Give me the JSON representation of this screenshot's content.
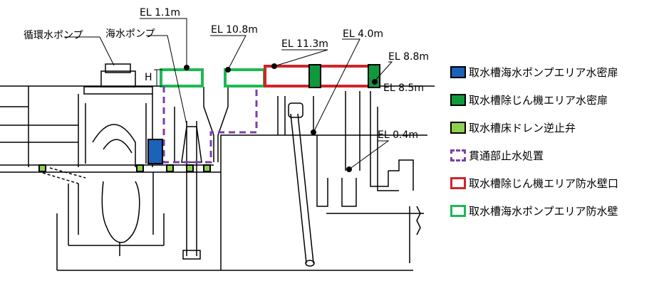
{
  "labels": {
    "circ_pump": "循環水ポンプ",
    "sea_pump": "海水ポンプ",
    "el_1_1": "EL 1.1m",
    "el_10_8": "EL 10.8m",
    "el_11_3": "EL 11.3m",
    "el_4_0": "EL 4.0m",
    "el_8_8": "EL 8.8m",
    "el_8_5": "EL 8.5m",
    "el_0_4": "EL 0.4m",
    "h": "H"
  },
  "colors": {
    "watertight_door_seawater": "#1a63b8",
    "watertight_door_screen": "#0e9a3c",
    "drain_check_valve": "#8fd14f",
    "penetration_seal": "#7b3fa8",
    "screen_flood_wall": "#d2232a",
    "seawater_flood_wall": "#1db954"
  },
  "legend": [
    {
      "label": "取水槽海水ポンプエリア水密扉",
      "icon": "swatch-blue-door"
    },
    {
      "label": "取水槽除じん機エリア水密扉",
      "icon": "swatch-green-door"
    },
    {
      "label": "取水槽床ドレン逆止弁",
      "icon": "swatch-lightgreen-valve"
    },
    {
      "label": "貫通部止水処置",
      "icon": "swatch-purple-dashed"
    },
    {
      "label": "取水槽除じん機エリア防水壁口",
      "icon": "swatch-red-outline"
    },
    {
      "label": "取水槽海水ポンプエリア防水壁",
      "icon": "swatch-green-outline"
    }
  ]
}
